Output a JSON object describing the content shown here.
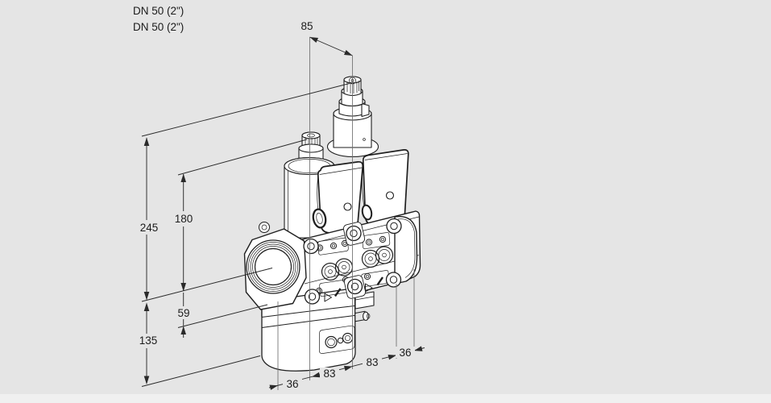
{
  "drawing": {
    "type": "technical-dimension-drawing",
    "subject": "double-solenoid-valve"
  },
  "background": {
    "canvas": "#e5e5e5",
    "footer_strip": "#f0f0f0"
  },
  "colors": {
    "drawing_line": "#1f1f1f",
    "dimension_line": "#2a2a2a",
    "center_line": "#6e6e6e",
    "label_text": "#1c1c1c"
  },
  "connection_labels": {
    "line1": "DN 50 (2\")",
    "line2": "DN 50 (2\")"
  },
  "dimensions": {
    "spindle_spacing": "85",
    "total_height": "245",
    "left_actuator_height": "180",
    "center_to_lower_edge": "59",
    "lower_height": "135",
    "bottom_left_width": "36",
    "bottom_body_left_width": "83",
    "bottom_body_right_width": "83",
    "bottom_right_width": "36"
  }
}
